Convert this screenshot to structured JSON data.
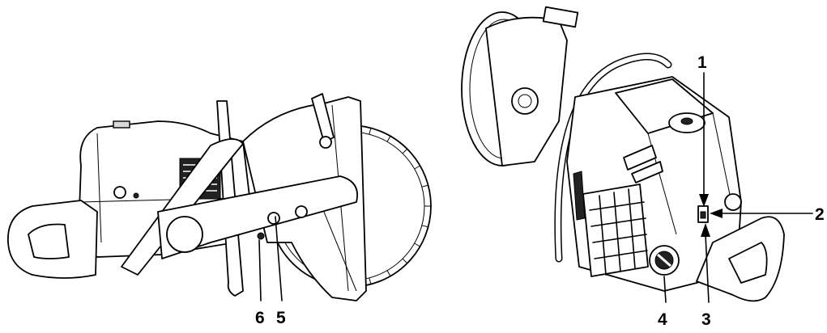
{
  "figure": {
    "background": "#ffffff",
    "line_color": "#000000"
  },
  "left_view": {
    "callouts": [
      "6",
      "5"
    ]
  },
  "right_view": {
    "callouts": [
      "1",
      "2",
      "3",
      "4"
    ]
  }
}
